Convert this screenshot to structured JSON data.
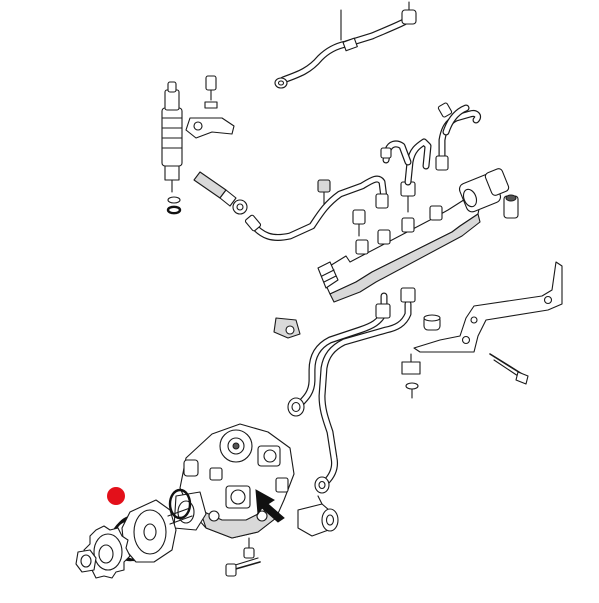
{
  "diagram": {
    "kind": "exploded-parts-view",
    "subject": "fuel-injection-system",
    "colors": {
      "line": "#1a1a1a",
      "shade": "#d9d9d9",
      "background": "#ffffff",
      "highlight_marker": "#e3101a"
    },
    "highlight": {
      "icon": "red-dot-marker",
      "target": "pump-drive-o-ring"
    }
  }
}
